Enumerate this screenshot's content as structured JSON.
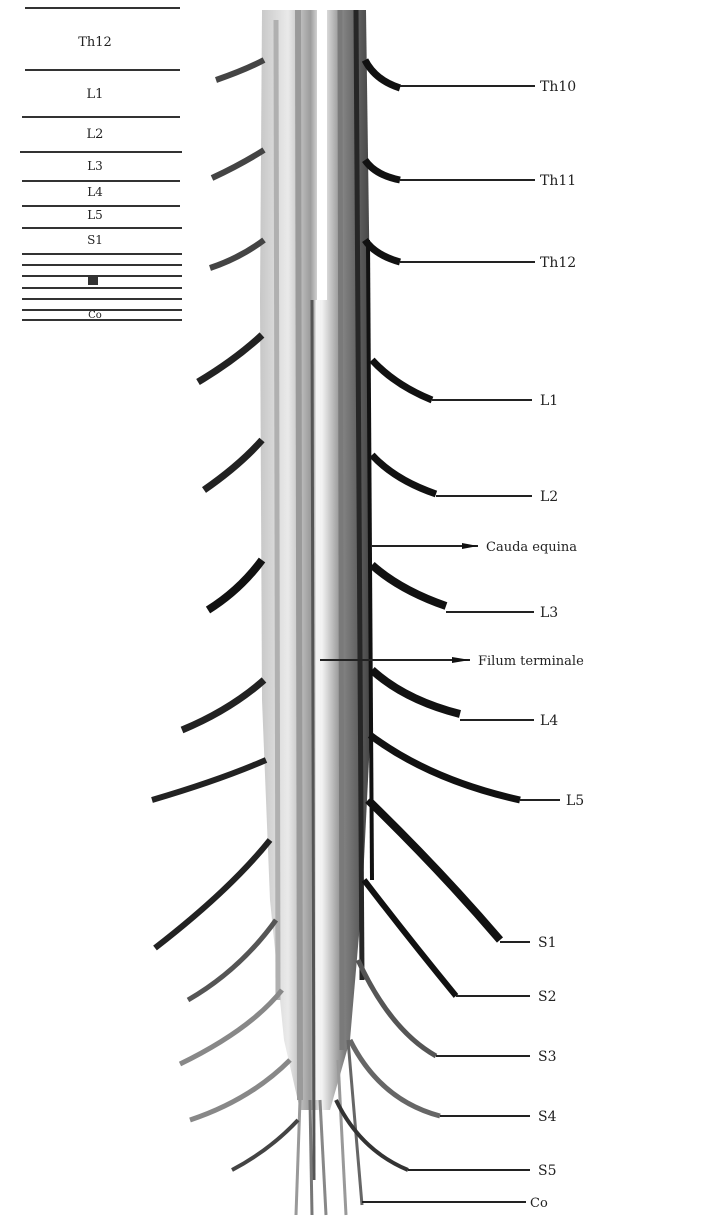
{
  "diagram": {
    "right_labels": [
      "Th10",
      "Th11",
      "Th12",
      "L1",
      "L2",
      "Cauda equina",
      "L3",
      "Filum terminale",
      "L4",
      "L5",
      "S1",
      "S2",
      "S3",
      "S4",
      "S5",
      "Co"
    ],
    "scale_labels": [
      "Th12",
      "L1",
      "L2",
      "L3",
      "L4",
      "L5",
      "S1",
      "",
      "",
      "",
      "Co"
    ],
    "colors": {
      "ink": "#1a1a1a",
      "cord_light": "#d8d8d8",
      "cord_mid": "#9a9a9a"
    }
  }
}
